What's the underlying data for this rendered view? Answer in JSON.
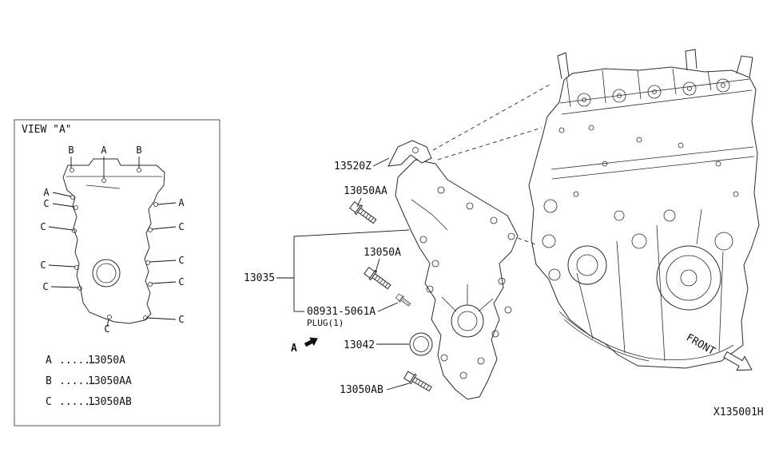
{
  "diagram": {
    "id": "X135001H",
    "front_label": "FRONT"
  },
  "view_a": {
    "title": "VIEW \"A\"",
    "callouts": [
      "B",
      "A",
      "B",
      "A",
      "C",
      "C",
      "C",
      "C",
      "A",
      "C",
      "C",
      "C",
      "C",
      "C"
    ],
    "legend": [
      {
        "letter": "A",
        "dots": "......",
        "part": "13050A"
      },
      {
        "letter": "B",
        "dots": "......",
        "part": "13050AA"
      },
      {
        "letter": "C",
        "dots": "......",
        "part": "13050AB"
      }
    ]
  },
  "parts": {
    "bracket": "13520Z",
    "bolt_upper": "13050AA",
    "bolt_mid": "13050A",
    "front_cover": "13035",
    "plug": "08931-5061A",
    "plug_note": "PLUG(1)",
    "oil_seal": "13042",
    "bolt_lower": "13050AB",
    "view_arrow": "A"
  },
  "icons": {
    "front_arrow": "front-direction-arrow",
    "view_arrow": "view-direction-arrow"
  }
}
